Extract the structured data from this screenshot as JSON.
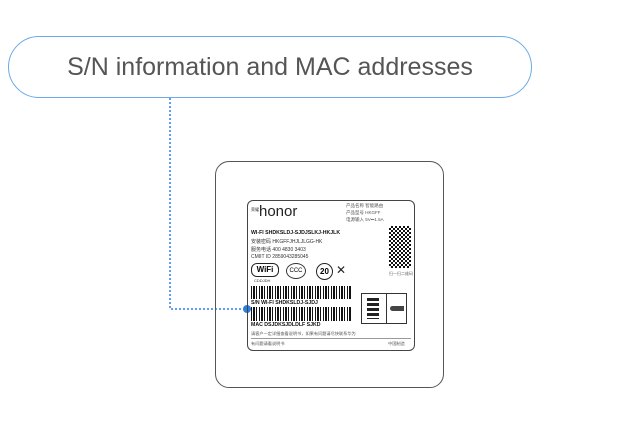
{
  "callout": {
    "text": "S/N information and MAC addresses",
    "accent": "#2f7fe0"
  },
  "label": {
    "brand": "honor",
    "brand_prefix": "荣耀",
    "product_name": "产品名称  智能路由",
    "product_model": "产品型号  HKGFF",
    "power": "电源输入  5V⎓1.5A",
    "wifi_line": "WI-FI SHDKSLDJ-SJDJSLKJ-HKJLK",
    "install_code": "安装密码  HKGFFJHJLJLGG-HK",
    "service_phone": "服务电话  400 4830 3403",
    "cmiit": "CMIIT ID 2859043285045",
    "wifi_cert": "CDDJDH",
    "qr_caption": "扫一扫二维码",
    "sn_line": "S/N  WI-FI SHDKSLDJ-SJDJ",
    "mac_line": "MAC DSJDKSJDLDLF SJKD",
    "notice": "请客户一定详细查看说明书，如果有问题请尽快联系华为",
    "footer_left": "有问题请看说明书",
    "footer_right": "中国制造",
    "badge_20": "20"
  }
}
